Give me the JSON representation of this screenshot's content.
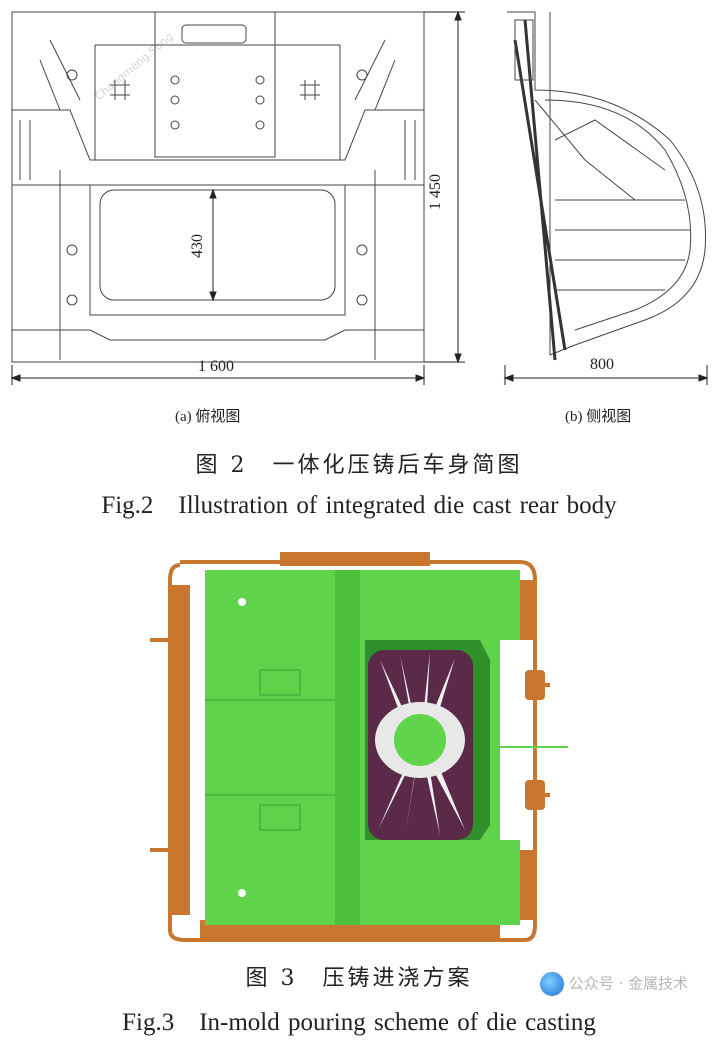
{
  "figure2": {
    "panel_a": {
      "label": "(a) 俯视图",
      "dim_width": "1 600",
      "dim_height": "1 450",
      "dim_opening": "430",
      "watermark": "Changmeng.Song"
    },
    "panel_b": {
      "label": "(b) 侧视图",
      "dim_depth": "800"
    },
    "caption_cn": "图 2　一体化压铸后车身简图",
    "caption_en": "Fig.2　Illustration of integrated die cast rear body"
  },
  "figure3": {
    "caption_cn": "图 3　压铸进浇方案",
    "caption_en": "Fig.3　In-mold pouring scheme of die casting",
    "colors": {
      "casting": "#5fd34a",
      "runner": "#c9772e",
      "cavity": "#5a2a48"
    }
  },
  "watermark": {
    "label": "公众号 · 金属技术"
  }
}
